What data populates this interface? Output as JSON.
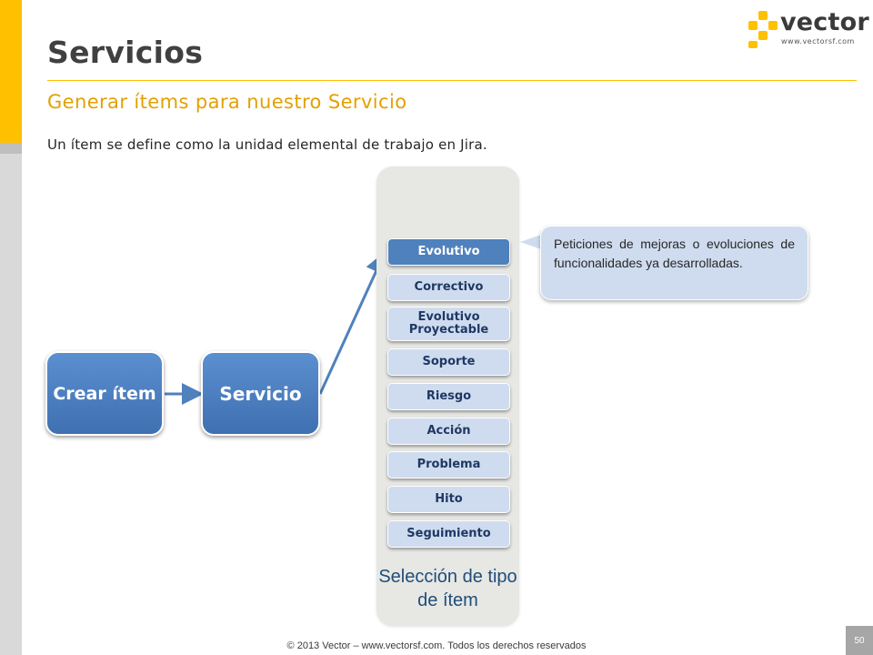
{
  "slide": {
    "title": "Servicios",
    "subtitle": "Generar ítems para nuestro Servicio",
    "body": "Un ítem se define como la unidad elemental de trabajo en Jira."
  },
  "logo": {
    "word": "vector",
    "url": "www.vectorsf.com",
    "accent_color": "#ffc000"
  },
  "diagram": {
    "start_box": "Crear ítem",
    "service_box": "Servicio",
    "column_caption": "Selección de tipo de ítem",
    "item_types": [
      "Evolutivo",
      "Correctivo",
      "Evolutivo Proyectable",
      "Soporte",
      "Riesgo",
      "Acción",
      "Problema",
      "Hito",
      "Seguimiento"
    ],
    "selected_item": "Evolutivo",
    "callout": "Peticiones de mejoras o evoluciones de funcionalidades ya desarrolladas.",
    "box_color": "#4f81bd",
    "pill_color": "#cfdcef"
  },
  "footer": {
    "copyright": "© 2013 Vector – www.vectorsf.com. Todos los derechos reservados",
    "page_number": "50"
  }
}
